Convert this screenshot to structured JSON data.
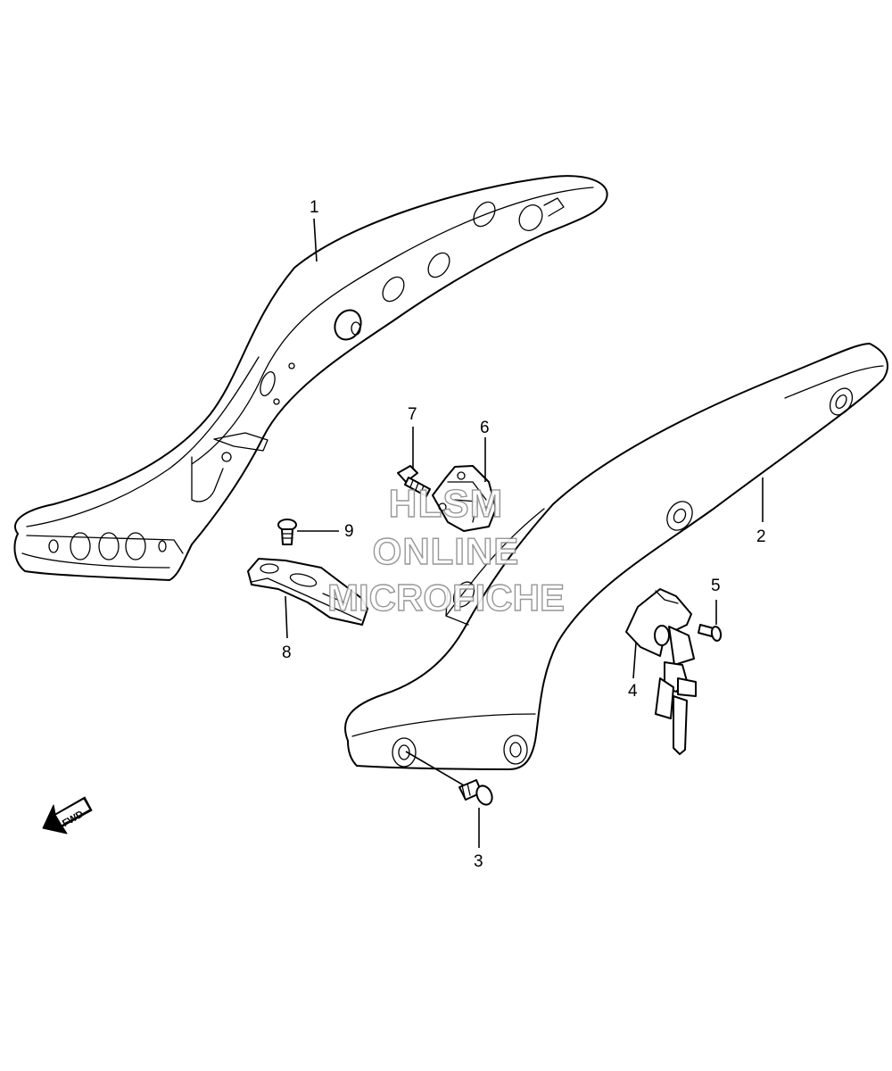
{
  "callouts": {
    "part_1": "1",
    "part_2": "2",
    "part_3": "3",
    "part_4": "4",
    "part_5": "5",
    "part_6": "6",
    "part_7": "7",
    "part_8": "8",
    "part_9": "9"
  },
  "fwd_label": "FWD",
  "watermark": {
    "line1": "HLSM",
    "line2": "ONLINE",
    "line3": "MICROFICHE"
  },
  "colors": {
    "line": "#000000",
    "background": "#ffffff",
    "watermark_outline": "#8c8c8c"
  }
}
